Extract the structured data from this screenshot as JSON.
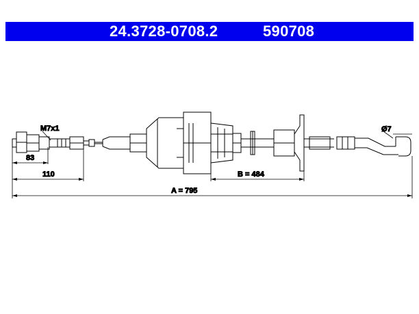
{
  "header": {
    "part_number": "24.3728-0708.2",
    "code": "590708"
  },
  "labels": {
    "thread": "M7x1",
    "diameter": "Ø7",
    "dim_83": "83",
    "dim_110": "110",
    "dim_B": "B = 484",
    "dim_A": "A = 795"
  },
  "colors": {
    "header_background": "#0000ee",
    "header_text": "#ffffff",
    "line": "#000000"
  }
}
